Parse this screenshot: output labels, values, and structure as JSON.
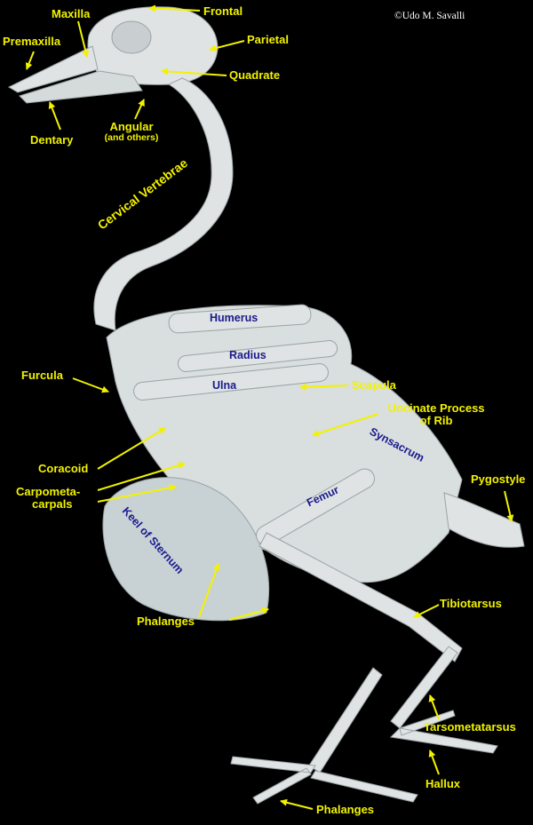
{
  "credit": "©Udo M. Savalli",
  "colors": {
    "background": "#000000",
    "label": "#f2f200",
    "inner_label": "#1a1a8c",
    "bone": "#dfe3e3"
  },
  "labels": {
    "frontal": "Frontal",
    "maxilla": "Maxilla",
    "parietal": "Parietal",
    "premaxilla": "Premaxilla",
    "quadrate": "Quadrate",
    "dentary": "Dentary",
    "angular": "Angular",
    "angular_note": "(and others)",
    "cervical_vertebrae": "Cervical Vertebrae",
    "furcula": "Furcula",
    "scapula": "Scapula",
    "uncinate_line1": "Uncinate  Process",
    "uncinate_line2": "of  Rib",
    "coracoid": "Coracoid",
    "carpometa_line1": "Carpometa-",
    "carpometa_line2": "carpals",
    "pygostyle": "Pygostyle",
    "phalanges_wing": "Phalanges",
    "tibiotarsus": "Tibiotarsus",
    "tarsometatarsus": "Tarsometatarsus",
    "hallux": "Hallux",
    "phalanges_foot": "Phalanges"
  },
  "inner_labels": {
    "humerus": "Humerus",
    "radius": "Radius",
    "ulna": "Ulna",
    "synsacrum": "Synsacrum",
    "femur": "Femur",
    "keel": "Keel  of  Sternum"
  }
}
